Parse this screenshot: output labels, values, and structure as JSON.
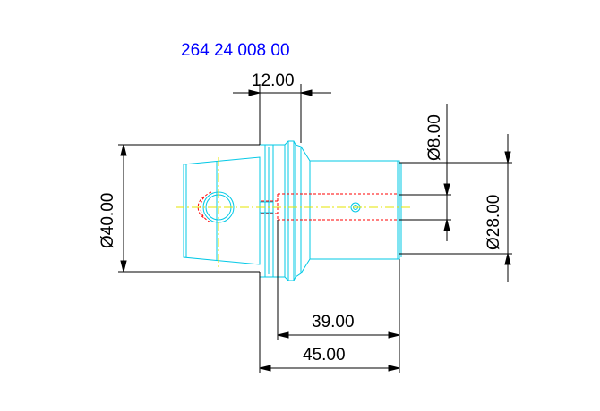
{
  "part_number": "264 24 008 00",
  "dimensions": {
    "flange_width": "12.00",
    "bore_diameter": "Ø8.00",
    "outer_diameter": "Ø40.00",
    "shank_diameter": "Ø28.00",
    "shank_length": "39.00",
    "overall_length": "45.00"
  },
  "colors": {
    "part_number_text": "#0000ff",
    "outline": "#00c8e6",
    "hidden_line": "#ff0000",
    "centerline": "#e6e600",
    "dimension": "#000000"
  }
}
